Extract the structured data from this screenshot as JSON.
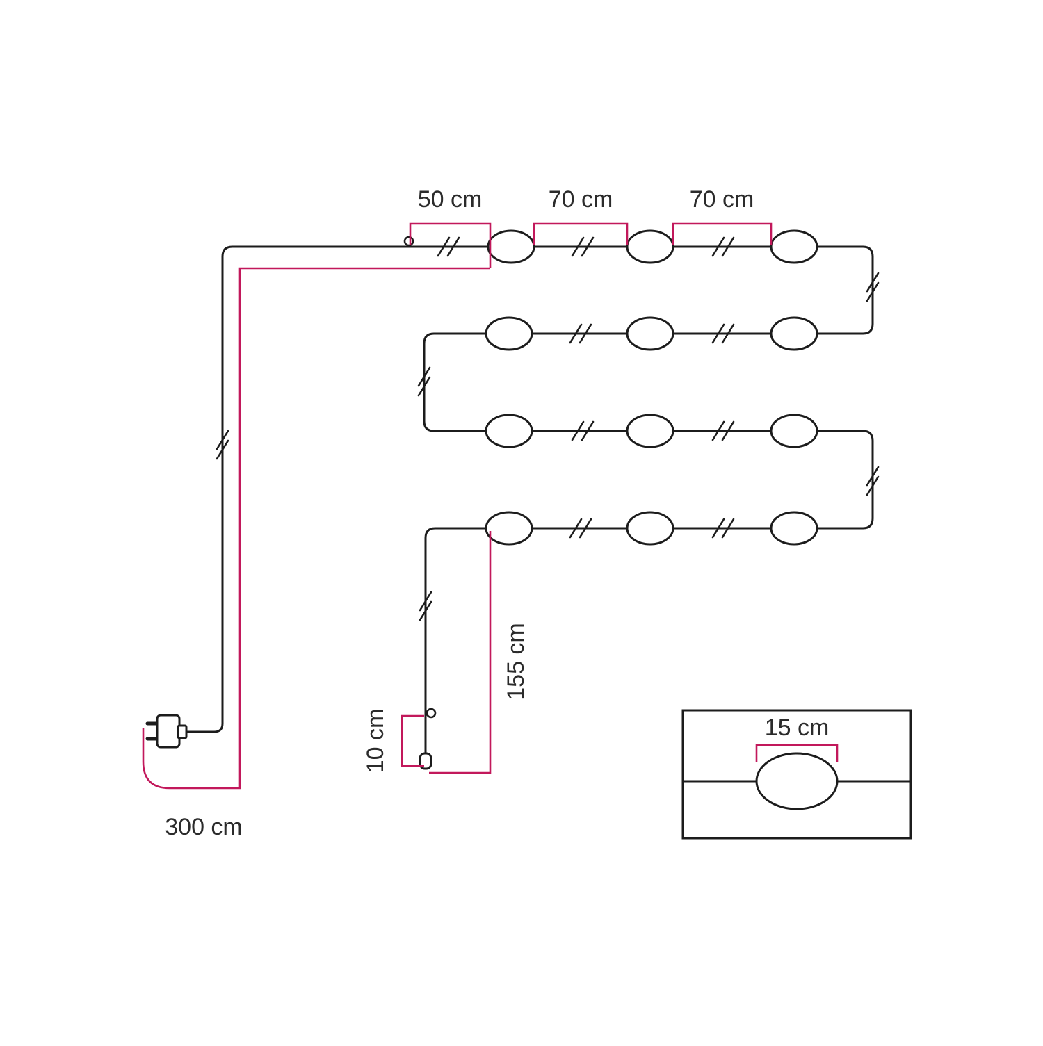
{
  "diagram": {
    "type": "string-light measurement diagram",
    "bulb_count": 12,
    "rows": 4,
    "bulbs_per_row": 3,
    "detail_bulb_count": 1
  },
  "labels": {
    "segment_50": "50 cm",
    "segment_70_first": "70 cm",
    "segment_70_second": "70 cm",
    "lead_cable": "300 cm",
    "drop_cable": "155 cm",
    "end_tail": "10 cm",
    "bulb_width": "15 cm"
  },
  "colors": {
    "line": "#1c1c1c",
    "dimension": "#c2185b",
    "text": "#2b2b2b",
    "background": "#ffffff"
  }
}
